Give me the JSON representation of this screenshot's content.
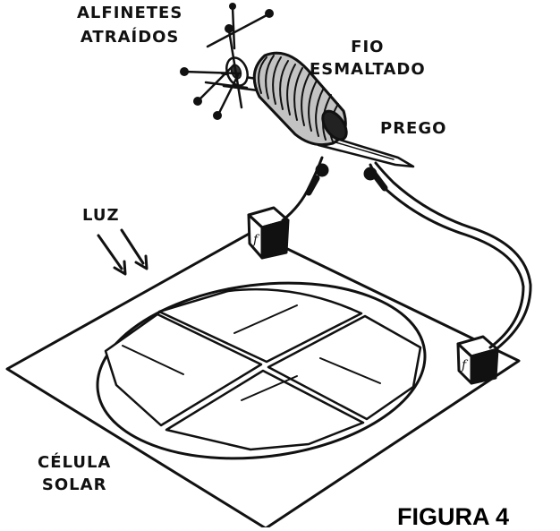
{
  "labels": {
    "pins_line1": "ALFINETES",
    "pins_line2": "ATRAÍDOS",
    "wire_line1": "FIO",
    "wire_line2": "ESMALTADO",
    "nail": "PREGO",
    "light": "LUZ",
    "cell_line1": "CÉLULA",
    "cell_line2": "SOLAR"
  },
  "caption": "FIGURA 4",
  "connector_mark": "f"
}
